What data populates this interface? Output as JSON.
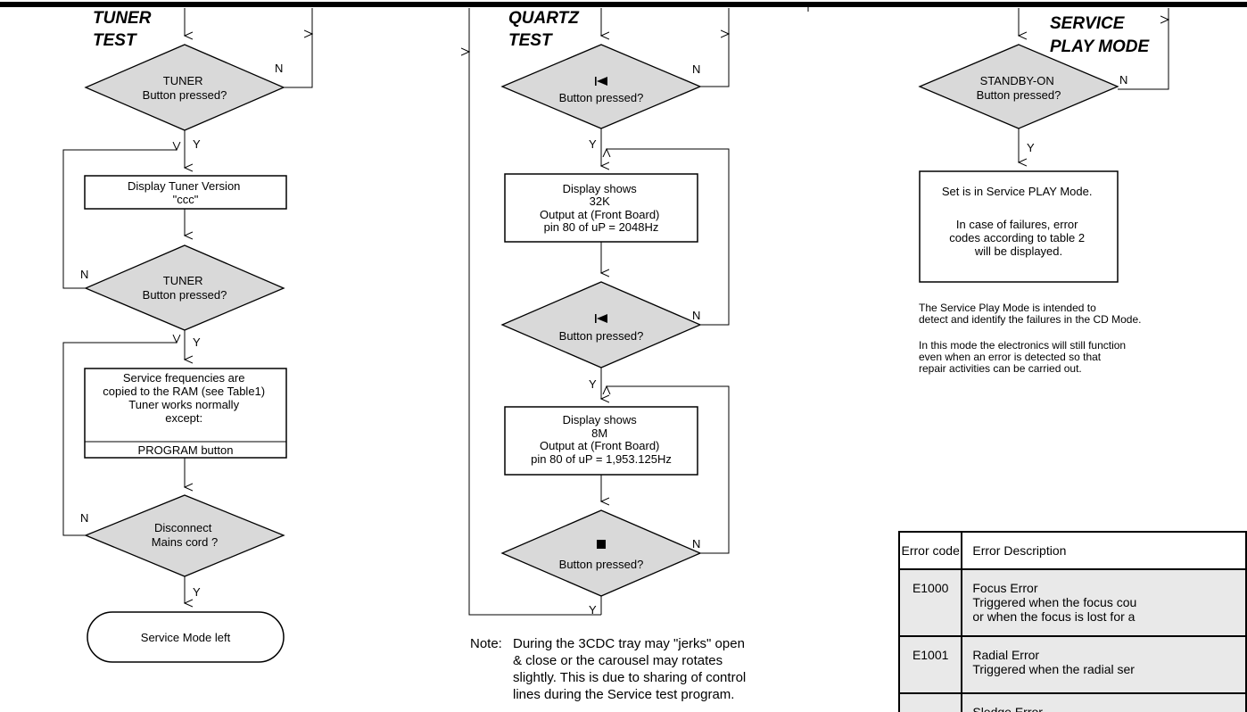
{
  "tuner": {
    "title": [
      "TUNER",
      "TEST"
    ],
    "d1": [
      "TUNER",
      "Button pressed?"
    ],
    "box1": [
      "Display Tuner Version",
      "\"ccc\""
    ],
    "d2": [
      "TUNER",
      "Button pressed?"
    ],
    "box2": [
      "Service frequencies are",
      "copied to the RAM (see Table1)",
      "Tuner works normally",
      "except:",
      "",
      "PROGRAM button"
    ],
    "d3": [
      "Disconnect",
      "Mains cord ?"
    ],
    "end": "Service Mode left"
  },
  "quartz": {
    "title": [
      "QUARTZ",
      "TEST"
    ],
    "d1": [
      "Button pressed?"
    ],
    "box1": [
      "Display shows",
      "32K",
      "Output at (Front Board)",
      "pin 80 of uP = 2048Hz"
    ],
    "d2": [
      "Button pressed?"
    ],
    "box2": [
      "Display shows",
      "8M",
      "Output at (Front Board)",
      "pin 80 of uP = 1,953.125Hz"
    ],
    "d3": [
      "Button pressed?"
    ],
    "note_label": "Note:",
    "note_lines": [
      "During the 3CDC tray may \"jerks\" open",
      "& close or the carousel may rotates",
      "slightly.  This is due to sharing of control",
      "lines during the Service test program."
    ]
  },
  "service": {
    "title": [
      "SERVICE",
      "PLAY MODE"
    ],
    "d1": [
      "STANDBY-ON",
      "Button pressed?"
    ],
    "box1_line1": "Set is in Service PLAY Mode.",
    "box1_rest": [
      "In case of failures, error",
      "codes according to table 2",
      "will be displayed."
    ],
    "para1": [
      "The Service Play Mode is intended to",
      "detect and identify the failures in the CD Mode."
    ],
    "para2": [
      "In this mode the electronics will still function",
      "even when an error is detected so that",
      "repair activities can be carried out."
    ]
  },
  "labels": {
    "yes": "Y",
    "no": "N"
  },
  "table": {
    "headers": [
      "Error code",
      "Error Description"
    ],
    "rows": [
      {
        "code": "E1000",
        "lines": [
          "Focus Error",
          "Triggered when the focus cou",
          "or when the focus is lost for a"
        ]
      },
      {
        "code": "E1001",
        "lines": [
          "Radial Error",
          "Triggered when the radial ser"
        ]
      },
      {
        "code": "",
        "lines": [
          "Sledge Error"
        ]
      }
    ]
  }
}
